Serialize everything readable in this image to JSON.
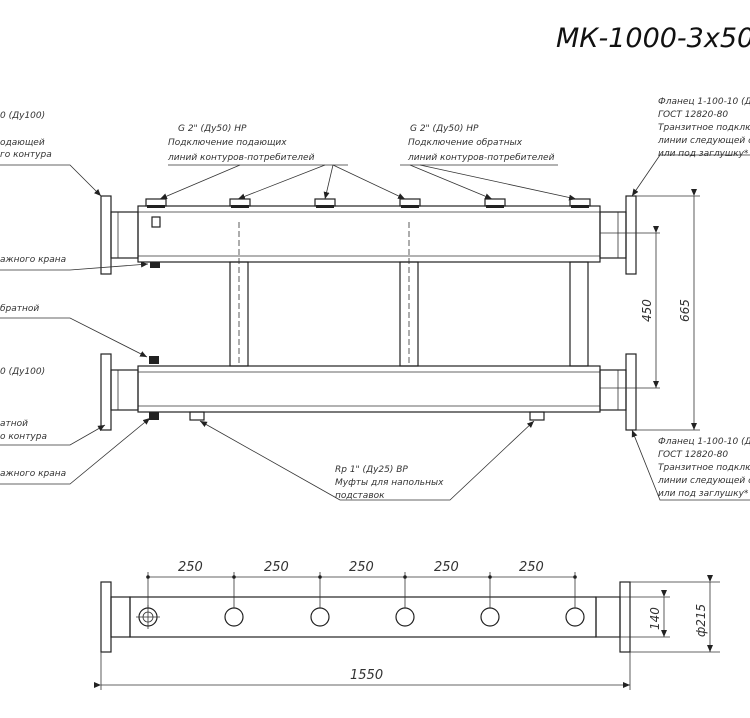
{
  "title": "МК-1000-3х50",
  "callouts": {
    "left_supply_flange": "0 (Ду100)",
    "left_supply_desc_1": "одающей",
    "left_supply_desc_2": "го контура",
    "left_drain_top": "ажного крана",
    "left_return_top": "братной",
    "left_return_flange": "0 (Ду100)",
    "left_return_desc_1": "атной",
    "left_return_desc_2": "о контура",
    "left_drain_bottom": "ажного крана",
    "supply_g_title": "G 2\" (Ду50) НР",
    "supply_g_desc_1": "Подключение подающих",
    "supply_g_desc_2": "линий контуров-потребителей",
    "return_g_title": "G 2\" (Ду50) НР",
    "return_g_desc_1": "Подключение обратных",
    "return_g_desc_2": "линий контуров-потребителей",
    "right_top_1": "Фланец 1-100-10 (Ду",
    "right_top_2": "ГОСТ 12820-80",
    "right_top_3": "Транзитное подключ",
    "right_top_4": "линии следующей се",
    "right_top_5": "или под заглушку*",
    "right_bot_1": "Фланец 1-100-10 (Ду",
    "right_bot_2": "ГОСТ 12820-80",
    "right_bot_3": "Транзитное подключ",
    "right_bot_4": "линии следующей се",
    "right_bot_5": "или под заглушку*",
    "rp_title": "Rp 1\" (Ду25) ВР",
    "rp_desc_1": "Муфты для напольных",
    "rp_desc_2": "подставок"
  },
  "dimensions": {
    "height_inner": "450",
    "height_outer": "665",
    "spacing": [
      "250",
      "250",
      "250",
      "250",
      "250"
    ],
    "total_length": "1550",
    "pipe_height": "140",
    "flange_diameter": "ф215"
  }
}
